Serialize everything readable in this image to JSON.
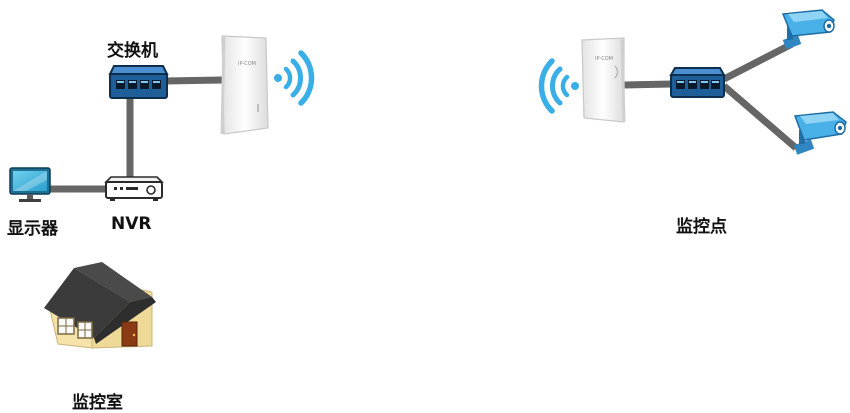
{
  "labels": {
    "switch_left": "交换机",
    "monitor": "显示器",
    "nvr": "NVR",
    "control_room": "监控室",
    "monitor_point": "监控点"
  },
  "colors": {
    "cable": "#666666",
    "device_blue": "#1f5f99",
    "wifi": "#3aaee6",
    "camera": "#3aa0dd",
    "house_wall": "#f1dc9d",
    "house_roof": "#3b3b3b"
  },
  "icons": [
    "switch-icon",
    "wireless-bridge-icon",
    "wifi-signal-icon",
    "monitor-icon",
    "nvr-icon",
    "house-icon",
    "camera-icon"
  ]
}
